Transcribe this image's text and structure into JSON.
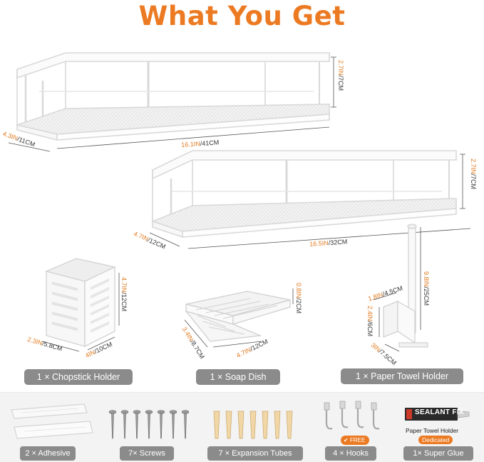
{
  "title": "What You Get",
  "shelf1": {
    "height": {
      "a": "2.7IN",
      "b": "/7CM"
    },
    "depth": {
      "a": "4.3IN",
      "b": "/11CM"
    },
    "length": {
      "a": "16.1IN",
      "b": "/41CM"
    }
  },
  "shelf2": {
    "height": {
      "a": "2.7IN",
      "b": "/7CM"
    },
    "depth": {
      "a": "4.7IN",
      "b": "/12CM"
    },
    "length": {
      "a": "16.5IN",
      "b": "/32CM"
    }
  },
  "chopstick": {
    "height": {
      "a": "4.7IN",
      "b": "/12CM"
    },
    "width": {
      "a": "2.3IN",
      "b": "/5.8CM"
    },
    "depth": {
      "a": "4IN",
      "b": "/10CM"
    },
    "label": "1 × Chopstick Holder"
  },
  "soap": {
    "height": {
      "a": "0.8IN",
      "b": "/2CM"
    },
    "width": {
      "a": "3.4IN",
      "b": "/8.7CM"
    },
    "length": {
      "a": "4.7IN",
      "b": "/12CM"
    },
    "label": "1 × Soap Dish"
  },
  "towel": {
    "height": {
      "a": "9.8IN",
      "b": "/25CM"
    },
    "plate_h": {
      "a": "1.8IN",
      "b": "/4.5CM"
    },
    "plate_h2": {
      "a": "2.4IN",
      "b": "/6CM"
    },
    "base": {
      "a": "3IN",
      "b": "/7.5CM"
    },
    "label": "1 × Paper Towel Holder"
  },
  "accessories": {
    "adhesive": "2 × Adhesive",
    "screws": "7× Screws",
    "tubes": "7 × Expansion Tubes",
    "hooks": "4 × Hooks",
    "free_badge": "FREE",
    "glue": "1× Super Glue",
    "glue_brand": "SEALANT FIX",
    "glue_caption": "Paper Towel Holder",
    "glue_dedicated": "Dedicated"
  }
}
